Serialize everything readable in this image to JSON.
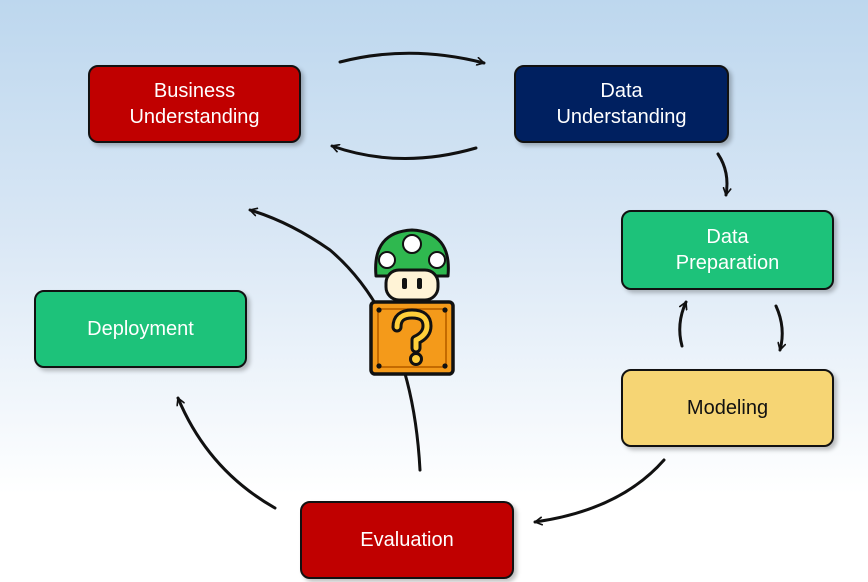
{
  "diagram": {
    "nodes": [
      {
        "id": "business",
        "label": "Business\nUnderstanding",
        "fill": "#c00000",
        "text_color": "#ffffff"
      },
      {
        "id": "data_understanding",
        "label": "Data\nUnderstanding",
        "fill": "#002060",
        "text_color": "#ffffff"
      },
      {
        "id": "data_preparation",
        "label": "Data\nPreparation",
        "fill": "#1dc27a",
        "text_color": "#ffffff"
      },
      {
        "id": "modeling",
        "label": "Modeling",
        "fill": "#f6d574",
        "text_color": "#111111"
      },
      {
        "id": "evaluation",
        "label": "Evaluation",
        "fill": "#c00000",
        "text_color": "#ffffff"
      },
      {
        "id": "deployment",
        "label": "Deployment",
        "fill": "#1dc27a",
        "text_color": "#ffffff"
      }
    ],
    "edges": [
      {
        "from": "business",
        "to": "data_understanding"
      },
      {
        "from": "data_understanding",
        "to": "business"
      },
      {
        "from": "data_understanding",
        "to": "data_preparation"
      },
      {
        "from": "data_preparation",
        "to": "modeling"
      },
      {
        "from": "modeling",
        "to": "data_preparation"
      },
      {
        "from": "modeling",
        "to": "evaluation"
      },
      {
        "from": "evaluation",
        "to": "deployment"
      },
      {
        "from": "evaluation",
        "to": "business"
      }
    ],
    "mascot_icon": "mushroom-question-block-icon"
  }
}
